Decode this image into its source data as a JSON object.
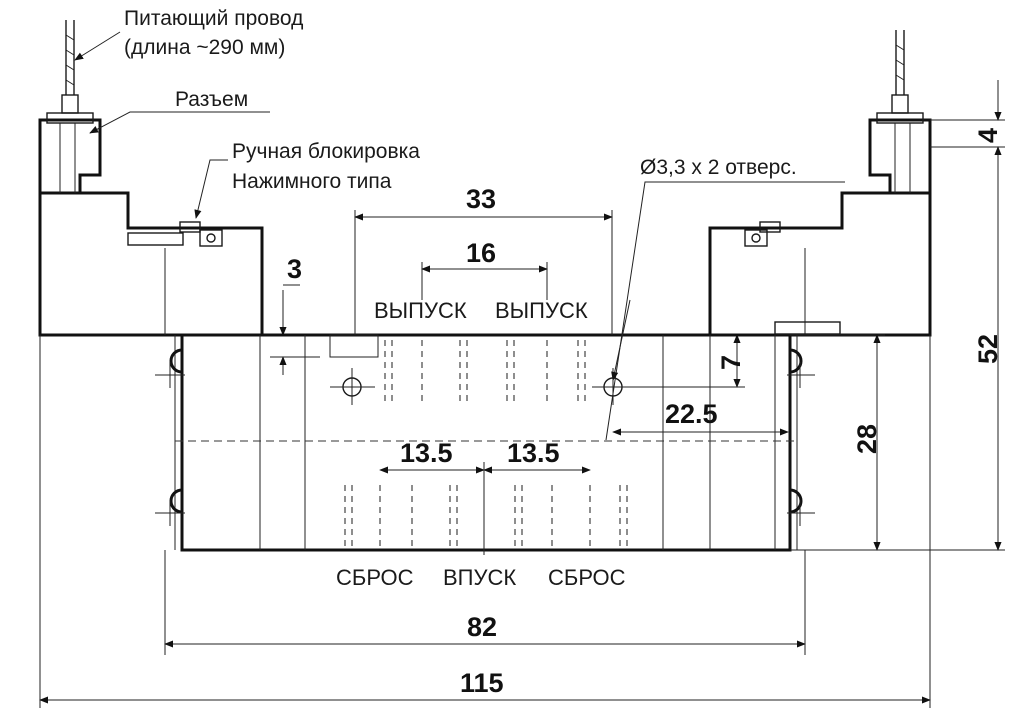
{
  "callouts": {
    "power_wire_line1": "Питающий провод",
    "power_wire_line2": "(длина ~290 мм)",
    "connector": "Разъем",
    "manual_override_line1": "Ручная блокировка",
    "manual_override_line2": "Нажимного типа",
    "holes": "Ø3,3 x 2 отверс."
  },
  "ports": {
    "exhaust_a": "ВЫПУСК",
    "exhaust_b": "ВЫПУСК",
    "reset_left": "СБРОС",
    "inlet": "ВПУСК",
    "reset_right": "СБРОС"
  },
  "dimensions": {
    "d33": "33",
    "d16": "16",
    "d3": "3",
    "d7": "7",
    "d22_5": "22.5",
    "d13_5_left": "13.5",
    "d13_5_right": "13.5",
    "d28": "28",
    "d52": "52",
    "d4": "4",
    "d82": "82",
    "d115": "115"
  }
}
